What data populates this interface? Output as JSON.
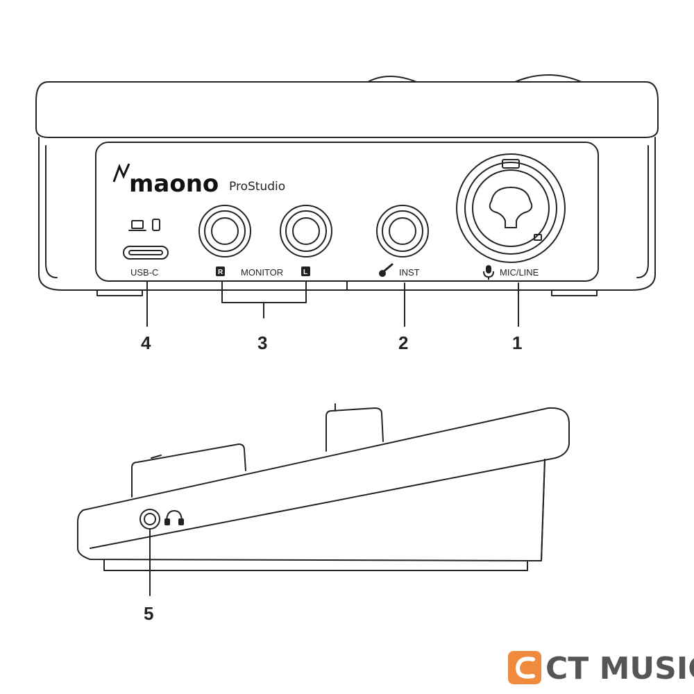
{
  "brand": {
    "name": "maono",
    "model": "ProStudio"
  },
  "front_view": {
    "ports": [
      {
        "id": "usb",
        "label": "USB-C",
        "callout": "4",
        "icons": [
          "laptop-icon",
          "phone-icon"
        ]
      },
      {
        "id": "monitor",
        "label": "MONITOR",
        "right_badge": "R",
        "left_badge": "L",
        "callout": "3"
      },
      {
        "id": "inst",
        "label": "INST",
        "icon": "guitar-icon",
        "callout": "2"
      },
      {
        "id": "mic_line",
        "label": "MIC/LINE",
        "icon": "microphone-icon",
        "callout": "1"
      }
    ]
  },
  "side_view": {
    "ports": [
      {
        "id": "headphone",
        "icon": "headphones-icon",
        "callout": "5"
      }
    ]
  },
  "watermark": {
    "text": "CT MUSIC",
    "accent_color": "#f08a3c"
  }
}
